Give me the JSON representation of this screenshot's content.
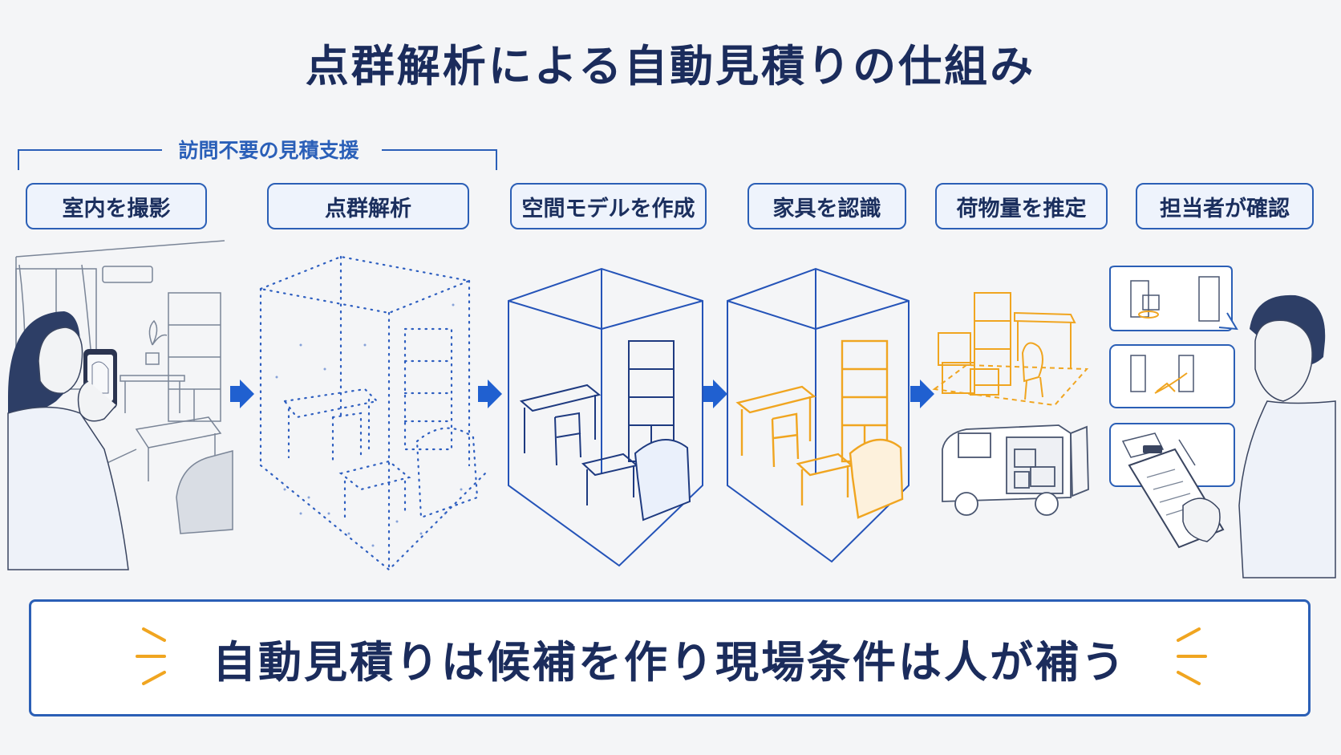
{
  "title": "点群解析による自動見積りの仕組み",
  "bracket_label": "訪問不要の見積支援",
  "steps": [
    {
      "label": "室内を撮影",
      "icon": "smartphone-photo-icon"
    },
    {
      "label": "点群解析",
      "icon": "point-cloud-icon"
    },
    {
      "label": "空間モデルを作成",
      "icon": "room-wireframe-icon"
    },
    {
      "label": "家具を認識",
      "icon": "furniture-recognition-icon"
    },
    {
      "label": "荷物量を推定",
      "icon": "cargo-van-icon"
    },
    {
      "label": "担当者が確認",
      "icon": "clipboard-checklist-icon"
    }
  ],
  "summary": "自動見積りは候補を作り現場条件は人が補う",
  "colors": {
    "primary_blue": "#2b5fb6",
    "title_navy": "#1b2c5c",
    "highlight_orange": "#f0a520",
    "background": "#f4f5f7"
  }
}
